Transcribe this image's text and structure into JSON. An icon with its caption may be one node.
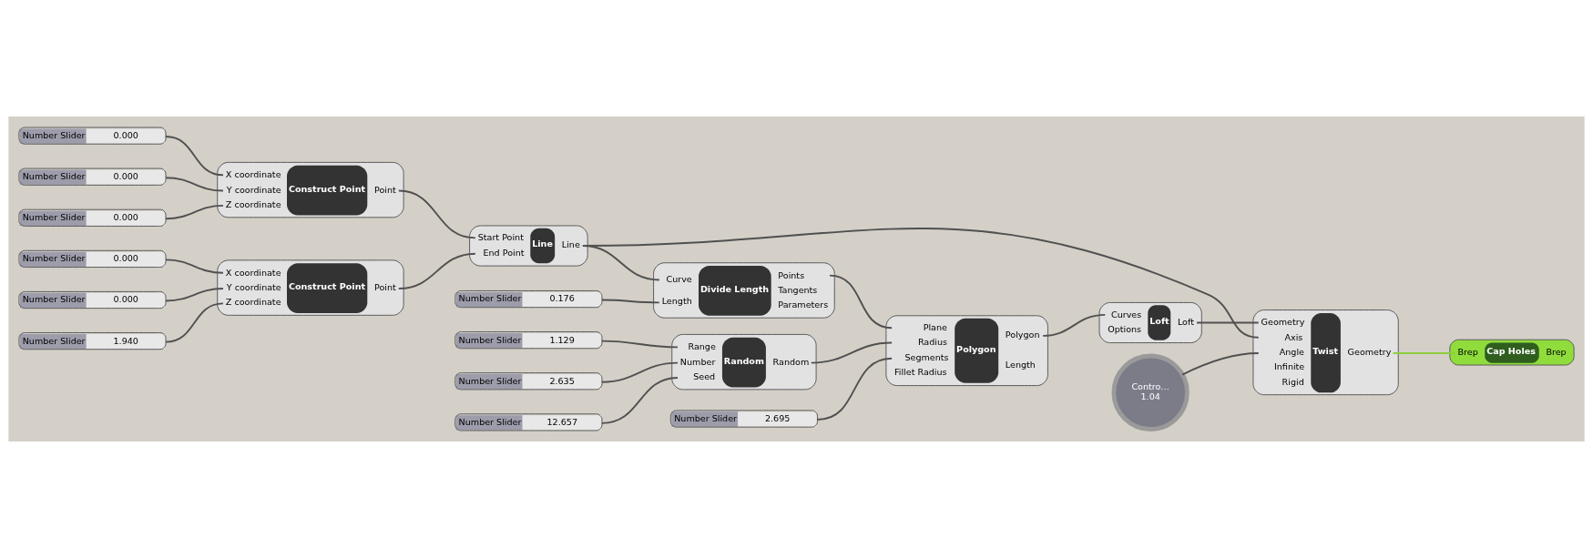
{
  "diagram": {
    "nodes": [
      {
        "text": [
          "Number Slider",
          "0.000"
        ]
      },
      {
        "text": [
          "Number Slider",
          "0.000"
        ]
      },
      {
        "text": [
          "Number Slider",
          "0.000"
        ]
      },
      {
        "text": [
          "Number Slider",
          "0.000"
        ]
      },
      {
        "text": [
          "Number Slider",
          "0.000"
        ]
      },
      {
        "text": [
          "Number Slider",
          "1.940"
        ]
      },
      {
        "text": [
          "X coordinate",
          "Y coordinate",
          "Z coordinate",
          "Construct Point",
          "Point"
        ]
      },
      {
        "text": [
          "X coordinate",
          "Y coordinate",
          "Z coordinate",
          "Construct Point",
          "Point"
        ]
      },
      {
        "text": [
          "Start Point",
          "End Point",
          "Line",
          "Line"
        ]
      },
      {
        "text": [
          "Number Slider",
          "0.176"
        ]
      },
      {
        "text": [
          "Curve",
          "Length",
          "Divide Length",
          "Points",
          "Tangents",
          "Parameters"
        ]
      },
      {
        "text": [
          "Number Slider",
          "2.695"
        ]
      },
      {
        "text": [
          "Number Slider",
          "1.129"
        ]
      },
      {
        "text": [
          "Number Slider",
          "2.635"
        ]
      },
      {
        "text": [
          "Number Slider",
          "12.657"
        ]
      },
      {
        "text": [
          "Range",
          "Number",
          "Seed",
          "Random",
          "Random"
        ]
      },
      {
        "text": [
          "Plane",
          "Radius",
          "Segments",
          "Fillet Radius",
          "Polygon",
          "Polygon",
          "Length"
        ]
      },
      {
        "text": [
          "Curves",
          "Options",
          "Loft",
          "Loft"
        ]
      },
      {
        "text": [
          "Contro…",
          "1.04"
        ]
      },
      {
        "text": [
          "Geometry",
          "Axis",
          "Angle",
          "Infinite",
          "Rigid",
          "Twist",
          "Geometry"
        ]
      },
      {
        "text": [
          "Brep",
          "Cap Holes",
          "Brep"
        ]
      }
    ],
    "edges": [
      {
        "from": 0,
        "to": 6,
        "arrow": "none"
      },
      {
        "from": 1,
        "to": 6,
        "arrow": "none"
      },
      {
        "from": 2,
        "to": 6,
        "arrow": "none"
      },
      {
        "from": 3,
        "to": 7,
        "arrow": "none"
      },
      {
        "from": 4,
        "to": 7,
        "arrow": "none"
      },
      {
        "from": 5,
        "to": 7,
        "arrow": "none"
      },
      {
        "from": 6,
        "to": 8,
        "arrow": "none"
      },
      {
        "from": 7,
        "to": 8,
        "arrow": "none"
      },
      {
        "from": 8,
        "to": 10,
        "arrow": "none"
      },
      {
        "from": 8,
        "to": 19,
        "arrow": "none"
      },
      {
        "from": 9,
        "to": 10,
        "arrow": "none"
      },
      {
        "from": 10,
        "to": 16,
        "arrow": "none"
      },
      {
        "from": 11,
        "to": 16,
        "arrow": "none"
      },
      {
        "from": 12,
        "to": 15,
        "arrow": "none"
      },
      {
        "from": 13,
        "to": 15,
        "arrow": "none"
      },
      {
        "from": 14,
        "to": 15,
        "arrow": "none"
      },
      {
        "from": 15,
        "to": 16,
        "arrow": "none"
      },
      {
        "from": 16,
        "to": 17,
        "arrow": "none"
      },
      {
        "from": 17,
        "to": 19,
        "arrow": "none"
      },
      {
        "from": 18,
        "to": 19,
        "arrow": "none"
      },
      {
        "from": 19,
        "to": 20,
        "arrow": "none",
        "color": "#8ccf3c"
      }
    ]
  }
}
